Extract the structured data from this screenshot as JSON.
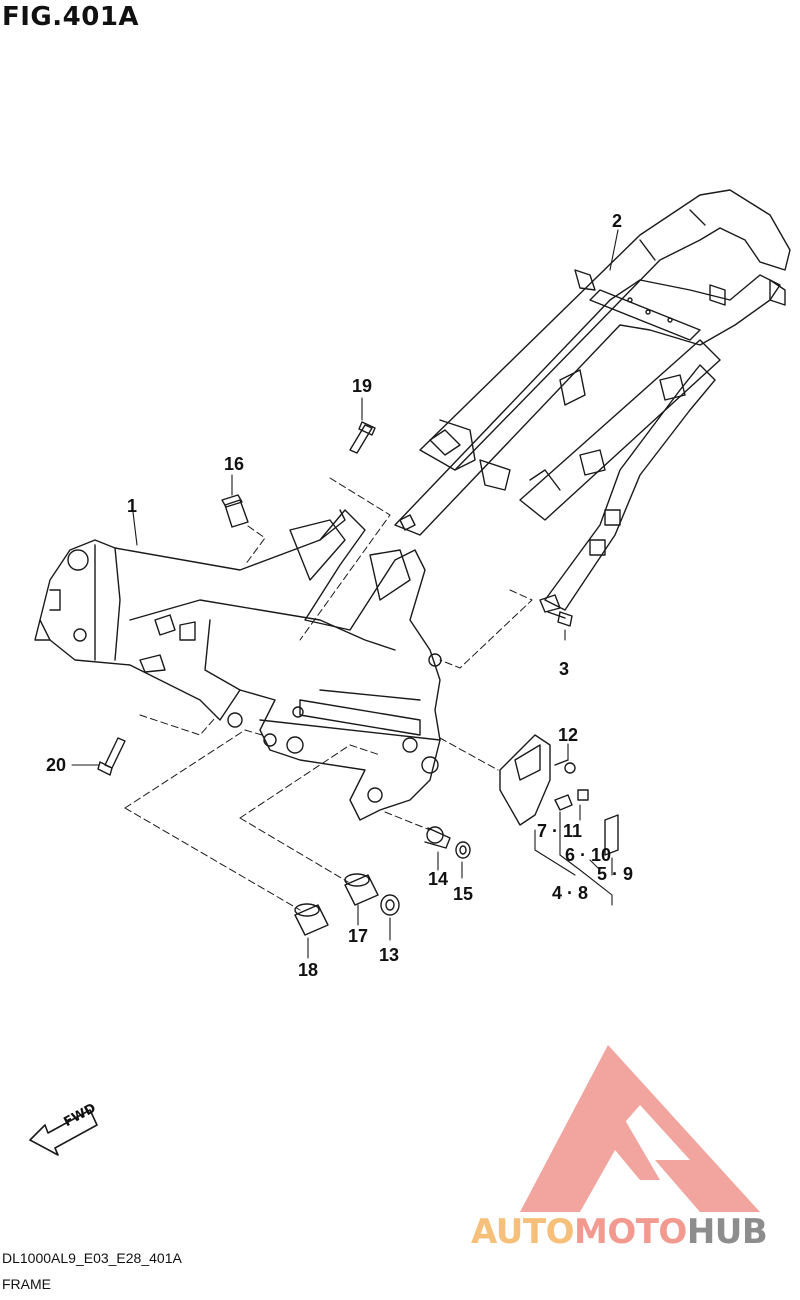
{
  "title": "FIG.401A",
  "callouts": {
    "p1": "1",
    "p2": "2",
    "p3": "3",
    "p12": "12",
    "p14": "14",
    "p15": "15",
    "p16": "16",
    "p17": "17",
    "p13": "13",
    "p18": "18",
    "p19": "19",
    "p20": "20",
    "p7_11": "7 · 11",
    "p6_10": "6 · 10",
    "p5_9": "5 · 9",
    "p4_8": "4 · 8"
  },
  "fwd_label": "FWD",
  "footer": {
    "code": "DL1000AL9_E03_E28_401A",
    "name": "FRAME"
  },
  "watermark": {
    "part1": "AUTO",
    "part2": "MOTO",
    "part3": "HUB"
  },
  "colors": {
    "line": "#1a1a1a",
    "watermark_red": "#f2a09a",
    "watermark_orange": "#f6c07a",
    "watermark_gray": "#8d8d8d"
  }
}
